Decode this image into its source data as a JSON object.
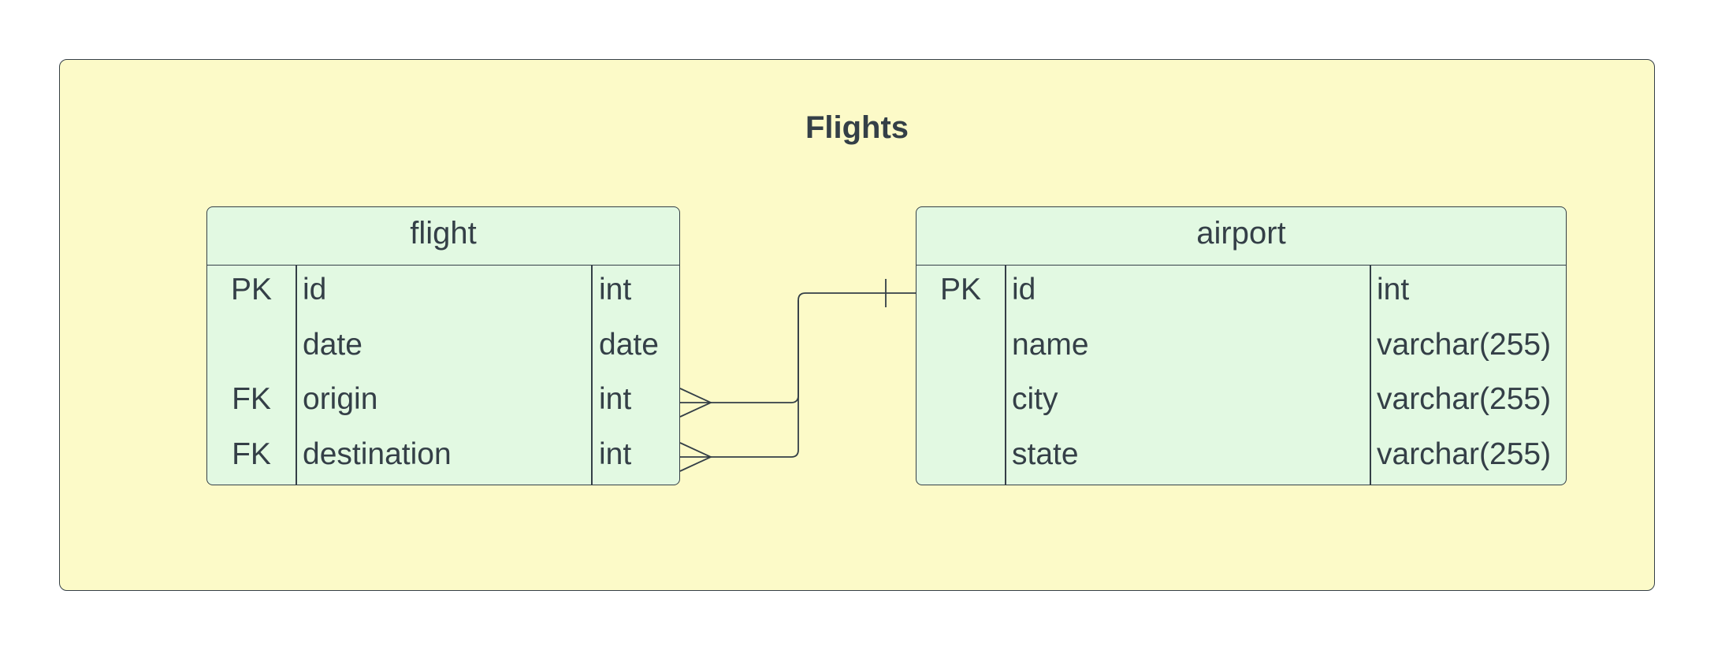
{
  "diagram": {
    "title": "Flights",
    "entities": [
      {
        "name": "flight",
        "rows": [
          {
            "key": "PK",
            "field": "id",
            "type": "int"
          },
          {
            "key": "",
            "field": "date",
            "type": "date"
          },
          {
            "key": "FK",
            "field": "origin",
            "type": "int"
          },
          {
            "key": "FK",
            "field": "destination",
            "type": "int"
          }
        ]
      },
      {
        "name": "airport",
        "rows": [
          {
            "key": "PK",
            "field": "id",
            "type": "int"
          },
          {
            "key": "",
            "field": "name",
            "type": "varchar(255)"
          },
          {
            "key": "",
            "field": "city",
            "type": "varchar(255)"
          },
          {
            "key": "",
            "field": "state",
            "type": "varchar(255)"
          }
        ]
      }
    ],
    "relationships": [
      {
        "from": "flight.origin",
        "to": "airport.id",
        "from_cardinality": "many",
        "to_cardinality": "one"
      },
      {
        "from": "flight.destination",
        "to": "airport.id",
        "from_cardinality": "many",
        "to_cardinality": "one"
      }
    ],
    "colors": {
      "container_fill": "#fcfac8",
      "entity_fill": "#e2f9e2",
      "stroke": "#343f47"
    }
  }
}
